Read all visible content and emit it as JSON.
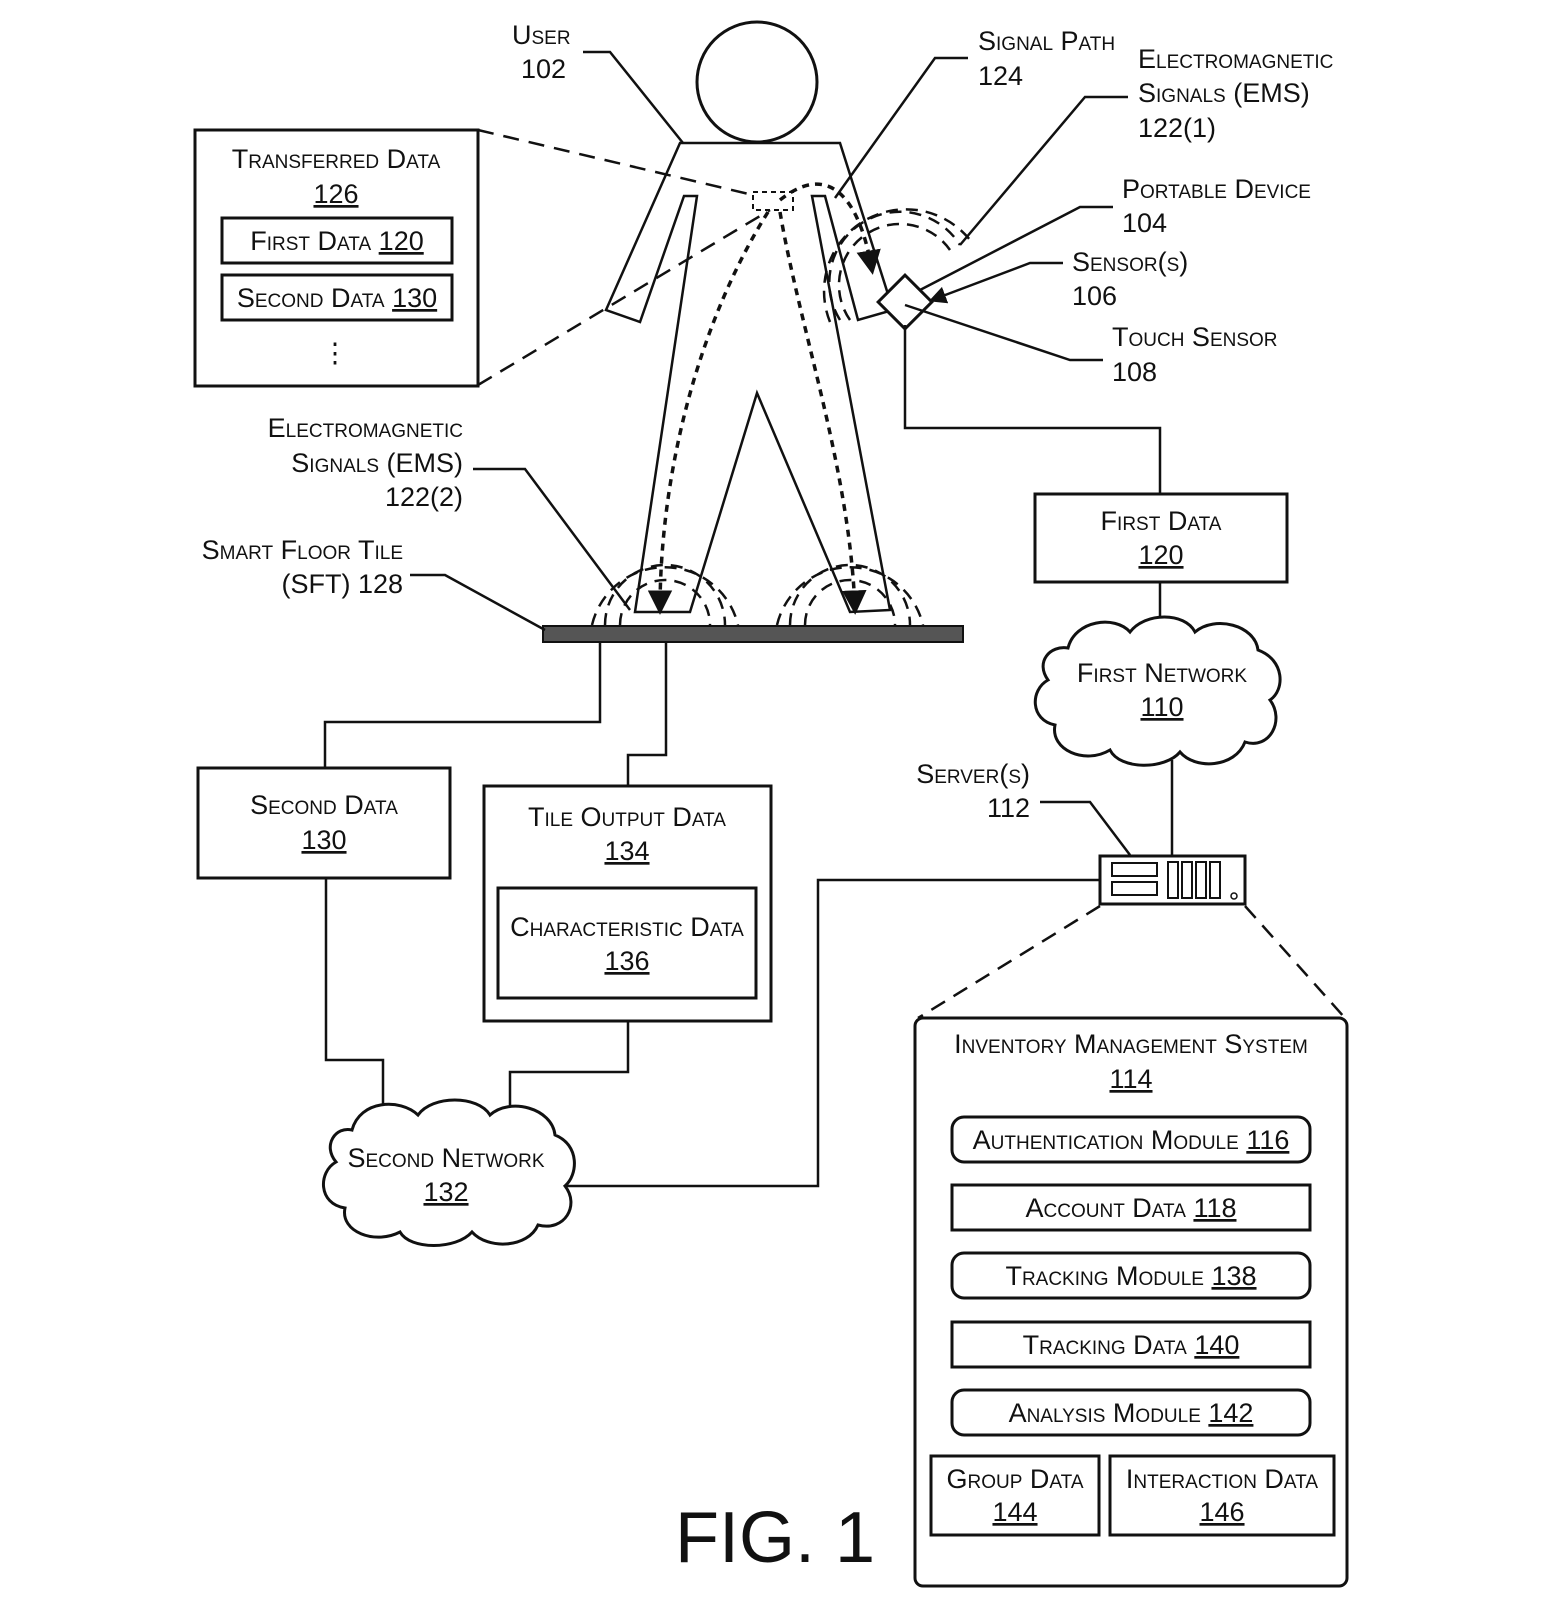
{
  "figure": {
    "title": "FIG. 1"
  },
  "callouts": {
    "user": {
      "label": "User",
      "ref": "102"
    },
    "signal_path": {
      "label": "Signal Path",
      "ref": "124"
    },
    "ems1": {
      "line1": "Electromagnetic",
      "line2": "Signals (EMS)",
      "ref": "122(1)"
    },
    "portable_device": {
      "label": "Portable Device",
      "ref": "104"
    },
    "sensors": {
      "label": "Sensor(s)",
      "ref": "106"
    },
    "touch_sensor": {
      "label": "Touch Sensor",
      "ref": "108"
    },
    "ems2": {
      "line1": "Electromagnetic",
      "line2": "Signals (EMS)",
      "ref": "122(2)"
    },
    "sft": {
      "line1": "Smart Floor Tile",
      "line2": "(SFT) 128"
    },
    "servers": {
      "label": "Server(s)",
      "ref": "112"
    }
  },
  "transferred_data": {
    "title": "Transferred Data",
    "ref": "126",
    "items": [
      {
        "label": "First Data ",
        "ref": "120"
      },
      {
        "label": "Second Data ",
        "ref": "130"
      }
    ],
    "ellipsis": "⋮"
  },
  "first_data_box": {
    "label": "First Data",
    "ref": "120"
  },
  "first_network": {
    "label": "First Network",
    "ref": "110"
  },
  "second_data_box": {
    "label": "Second Data",
    "ref": "130"
  },
  "tile_output_data": {
    "label": "Tile Output Data",
    "ref": "134",
    "child": {
      "label": "Characteristic Data",
      "ref": "136"
    }
  },
  "second_network": {
    "label": "Second Network",
    "ref": "132"
  },
  "inventory_system": {
    "title": "Inventory Management System",
    "ref": "114",
    "modules": [
      {
        "label": "Authentication Module ",
        "ref": "116",
        "shape": "rounded"
      },
      {
        "label": "Account Data ",
        "ref": "118",
        "shape": "rect"
      },
      {
        "label": "Tracking Module ",
        "ref": "138",
        "shape": "rounded"
      },
      {
        "label": "Tracking Data  ",
        "ref": "140",
        "shape": "rect"
      },
      {
        "label": "Analysis Module ",
        "ref": "142",
        "shape": "rounded"
      }
    ],
    "bottom": [
      {
        "label": "Group Data",
        "ref": "144"
      },
      {
        "label": "Interaction Data",
        "ref": "146"
      }
    ]
  }
}
